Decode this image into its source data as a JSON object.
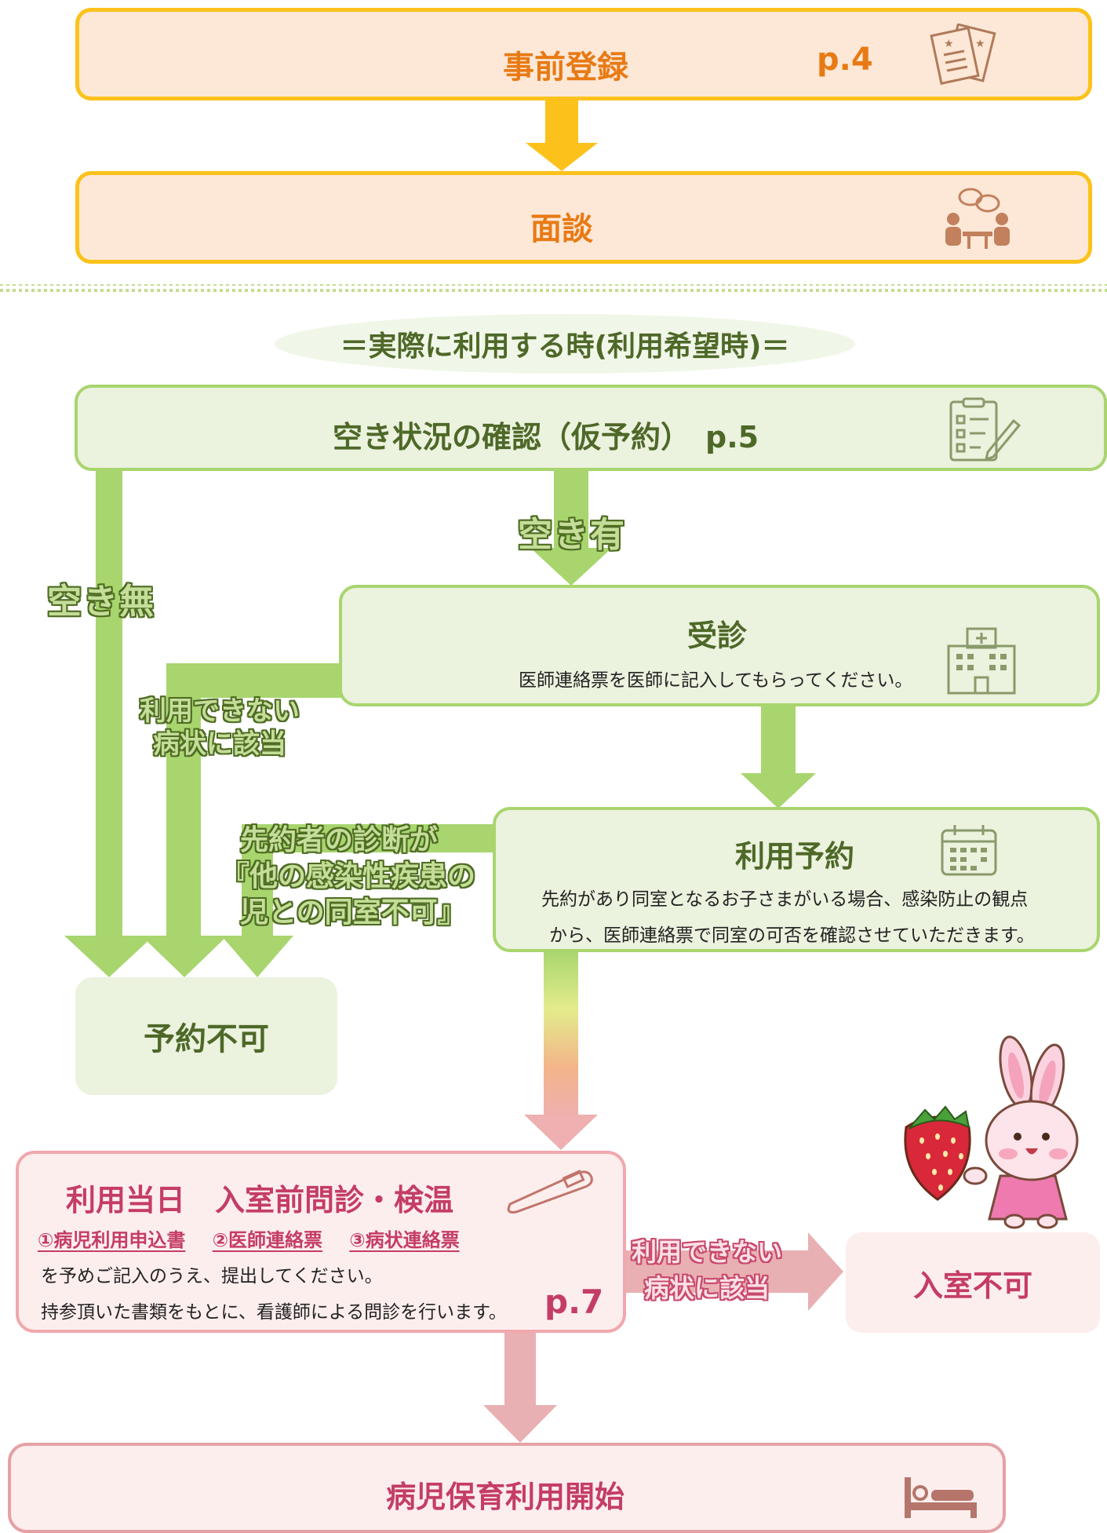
{
  "pre_registration": {
    "title": "事前登録",
    "page": "p.4",
    "icon": "documents-icon"
  },
  "interview": {
    "title": "面談",
    "icon": "meeting-icon"
  },
  "usage_heading": "＝実際に利用する時(利用希望時)＝",
  "availability": {
    "title": "空き状況の確認（仮予約）　p.5",
    "icon": "checklist-icon"
  },
  "labels": {
    "available": "空き有",
    "unavailable": "空き無",
    "not_applicable_1": "利用できない",
    "not_applicable_2": "病状に該当",
    "prior_1": "先約者の診断が",
    "prior_2": "『他の感染性疾患の",
    "prior_3": "児との同室不可』",
    "entry_not_applicable_1": "利用できない",
    "entry_not_applicable_2": "病状に該当"
  },
  "consultation": {
    "title": "受診",
    "text": "医師連絡票を医師に記入してもらってください。",
    "icon": "hospital-icon"
  },
  "reservation": {
    "title": "利用予約",
    "text_1": "先約があり同室となるお子さまがいる場合、感染防止の観点",
    "text_2": "から、医師連絡票で同室の可否を確認させていただきます。",
    "icon": "calendar-icon"
  },
  "not_reservable": "予約不可",
  "same_day": {
    "title": "利用当日　入室前問診・検温",
    "doc_1": "①病児利用申込書",
    "doc_2": "②医師連絡票",
    "doc_3": "③病状連絡票",
    "text_1": "を予めご記入のうえ、提出してください。",
    "text_2": "持参頂いた書類をもとに、看護師による問診を行います。",
    "page": "p.7",
    "icon": "thermometer-icon"
  },
  "entry_denied": "入室不可",
  "start": {
    "title": "病児保育利用開始",
    "icon": "bed-icon"
  },
  "colors": {
    "orange": "#fcc21b",
    "green": "#a8d56e",
    "pink": "#f1a8ad"
  }
}
